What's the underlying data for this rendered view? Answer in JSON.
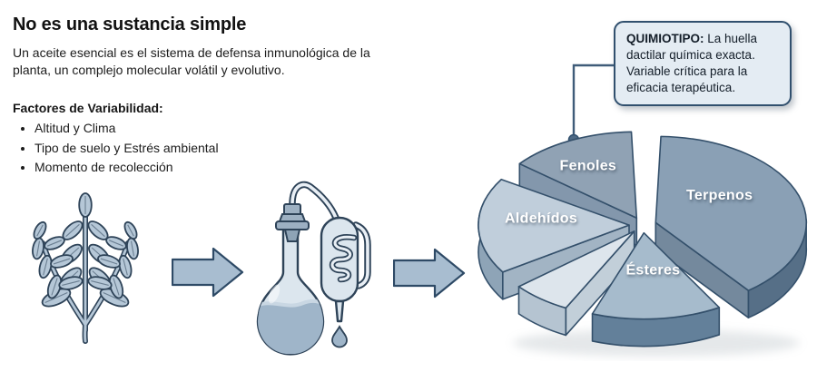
{
  "page": {
    "background": "#ffffff"
  },
  "header": {
    "title": "No es una sustancia simple",
    "subtitle": "Un aceite esencial es el sistema de defensa inmunológica de la planta, un complejo molecular volátil y evolutivo.",
    "factors_heading": "Factores de Variabilidad:",
    "factors": [
      "Altitud y Clima",
      "Tipo de suelo y Estrés ambiental",
      "Momento de recolección"
    ]
  },
  "callout": {
    "term": "QUIMIOTIPO:",
    "text": " La huella dactilar química exacta. Variable crítica para la eficacia terapéutica."
  },
  "icons": {
    "step1": "plant-branch-icon",
    "step2": "arrow-right-icon",
    "step3": "distillation-apparatus-icon",
    "step4": "arrow-right-icon",
    "step5": "pie-chart"
  },
  "palette": {
    "icon_fill": "#b5c7d7",
    "icon_glass": "#dce6ee",
    "icon_liquid": "#9fb5c9",
    "icon_cork": "#9db0c2",
    "icon_outline": "#2e4358",
    "arrow_fill": "#a8bdd0",
    "arrow_outline": "#2e4a66",
    "callout_bg": "#e4ecf3",
    "callout_border": "#31506e",
    "connector": "#3f5c79"
  },
  "chart_data": {
    "type": "pie",
    "style": "3d-exploded",
    "units": "percent",
    "legend": "labels-on-slices",
    "outline_color": "#34506b",
    "label_color": "#ffffff",
    "series": [
      {
        "label": "Terpenos",
        "value": 42,
        "start_deg": -88,
        "end_deg": 52,
        "color_top": "#8aa0b5",
        "color_side": "#566f87"
      },
      {
        "label": "Ésteres",
        "value": 15,
        "start_deg": 60,
        "end_deg": 110,
        "color_top": "#a6bbcc",
        "color_side": "#63809a"
      },
      {
        "label": "",
        "value": 7,
        "start_deg": 117,
        "end_deg": 140,
        "color_top": "#dde5ec",
        "color_side": "#b5c4d1"
      },
      {
        "label": "Aldehídos",
        "value": 20,
        "start_deg": 147,
        "end_deg": 212,
        "color_top": "#c0cedb",
        "color_side": "#8ea4b7"
      },
      {
        "label": "Fenoles",
        "value": 16,
        "start_deg": 219,
        "end_deg": 268,
        "color_top": "#90a2b4",
        "color_side": "#68809a"
      }
    ]
  }
}
